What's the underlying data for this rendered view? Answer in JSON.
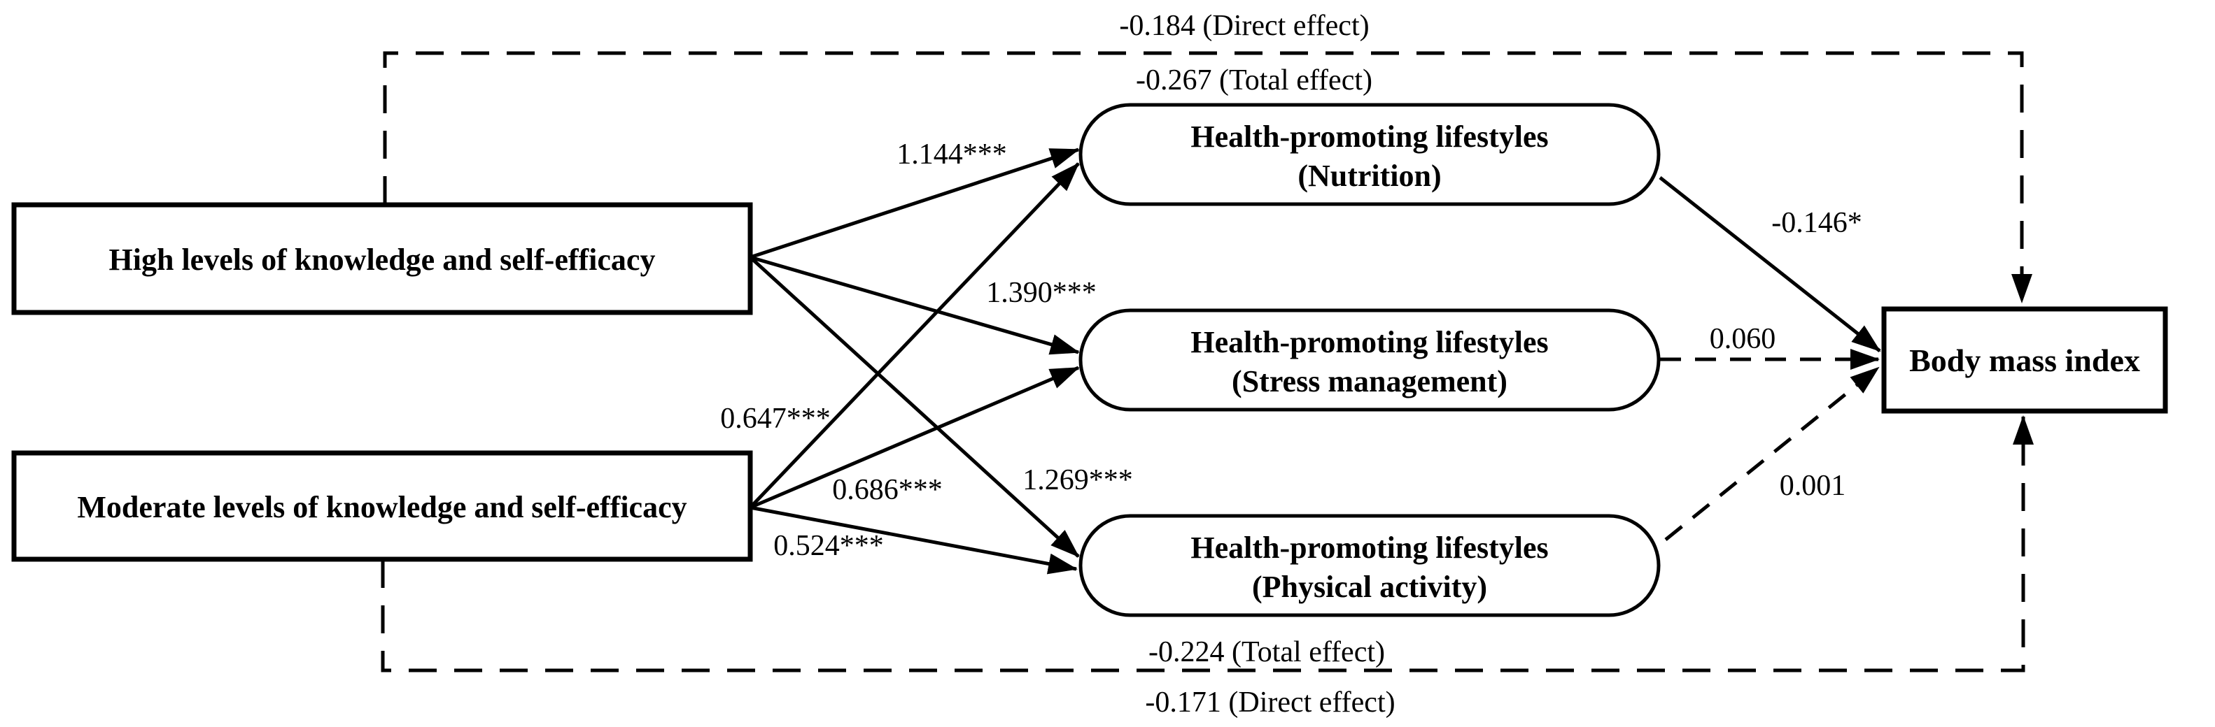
{
  "figure": {
    "background": "#ffffff",
    "ink": "#000000",
    "type": "structural-equation-path-diagram"
  },
  "predictors": {
    "high": {
      "label": "High levels of knowledge and self-efficacy"
    },
    "moderate": {
      "label": "Moderate levels of knowledge and self-efficacy"
    }
  },
  "mediators": {
    "nutrition": {
      "line1": "Health-promoting lifestyles",
      "line2": "(Nutrition)"
    },
    "stress": {
      "line1": "Health-promoting lifestyles",
      "line2": "(Stress management)"
    },
    "physical": {
      "line1": "Health-promoting lifestyles",
      "line2": "(Physical activity)"
    }
  },
  "outcome": {
    "label": "Body mass index"
  },
  "coefficients": {
    "high_nutrition": "1.144***",
    "high_stress": "1.390***",
    "high_physical": "1.269***",
    "moderate_nutrition": "0.647***",
    "moderate_stress": "0.686***",
    "moderate_physical": "0.524***",
    "nutrition_bmi": "-0.146*",
    "stress_bmi": "0.060",
    "physical_bmi": "0.001"
  },
  "effects": {
    "high_direct": "-0.184 (Direct effect)",
    "high_total": "-0.267 (Total effect)",
    "moderate_total": "-0.224 (Total effect)",
    "moderate_direct": "-0.171 (Direct effect)"
  }
}
